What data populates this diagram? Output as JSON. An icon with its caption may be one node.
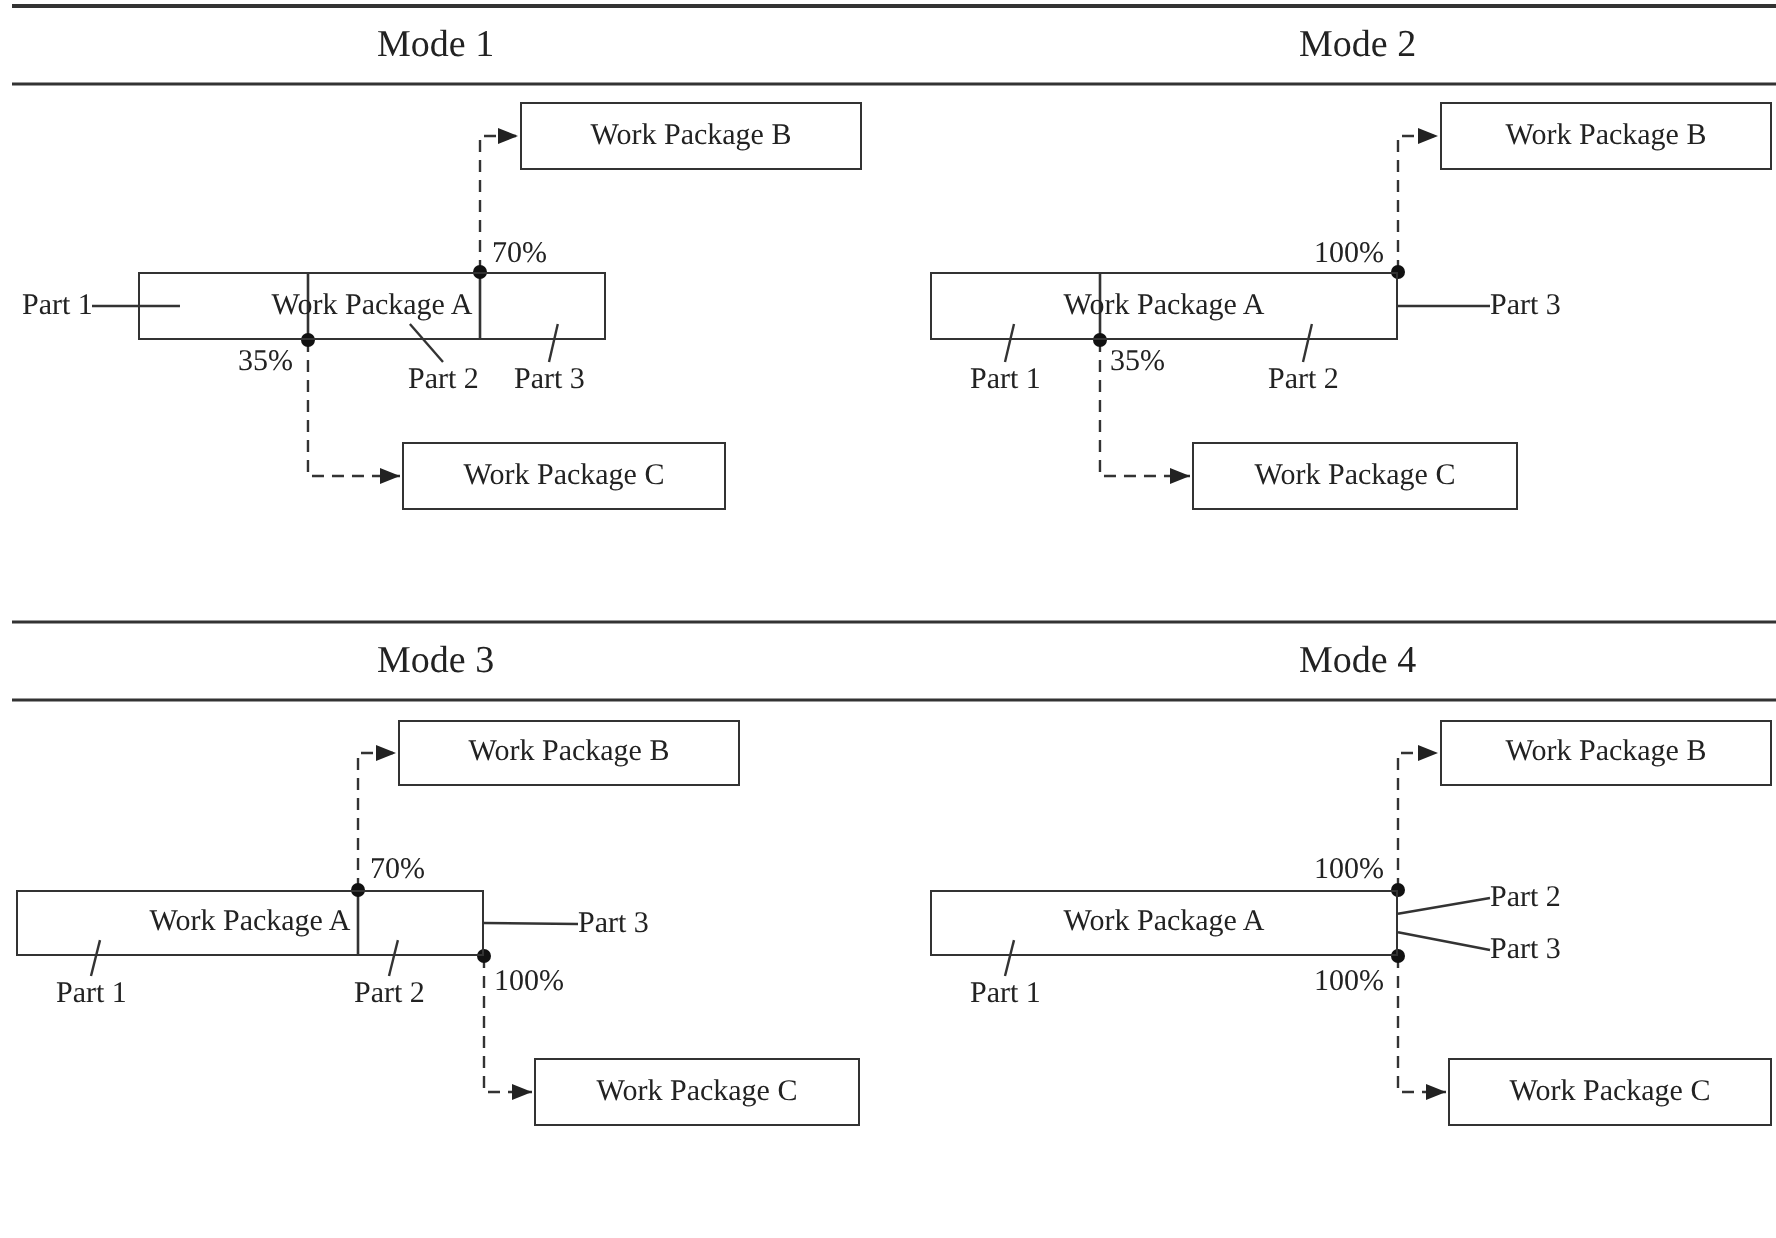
{
  "diagram": {
    "nodes": [
      {
        "text": [
          "Work Package B"
        ]
      },
      {
        "text": [
          "Work Package A"
        ]
      },
      {
        "text": [
          "Part 1"
        ]
      },
      {
        "text": [
          "Part 2"
        ]
      },
      {
        "text": [
          "Part 3"
        ]
      },
      {
        "text": [
          "Work Package C"
        ]
      },
      {
        "text": [
          "Work Package B"
        ]
      },
      {
        "text": [
          "Work Package A"
        ]
      },
      {
        "text": [
          "Part 1"
        ]
      },
      {
        "text": [
          "Part 2"
        ]
      },
      {
        "text": [
          "Part 3"
        ]
      },
      {
        "text": [
          "Work Package C"
        ]
      },
      {
        "text": [
          "Work Package B"
        ]
      },
      {
        "text": [
          "Work Package A"
        ]
      },
      {
        "text": [
          "Part 1"
        ]
      },
      {
        "text": [
          "Part 2"
        ]
      },
      {
        "text": [
          "Part 3"
        ]
      },
      {
        "text": [
          "Work Package C"
        ]
      },
      {
        "text": [
          "Work Package B"
        ]
      },
      {
        "text": [
          "Work Package A"
        ]
      },
      {
        "text": [
          "Part 1"
        ]
      },
      {
        "text": [
          "Part 2"
        ]
      },
      {
        "text": [
          "Part 3"
        ]
      },
      {
        "text": [
          "Work Package C"
        ]
      }
    ],
    "edges": [
      {
        "from": 1,
        "to": 0,
        "arrow": "to",
        "style": "dashed"
      },
      {
        "from": 1,
        "to": 5,
        "arrow": "to",
        "style": "dashed"
      },
      {
        "from": 2,
        "to": 1,
        "arrow": "none"
      },
      {
        "from": 3,
        "to": 1,
        "arrow": "none"
      },
      {
        "from": 4,
        "to": 1,
        "arrow": "none"
      },
      {
        "from": 7,
        "to": 6,
        "arrow": "to",
        "style": "dashed"
      },
      {
        "from": 7,
        "to": 11,
        "arrow": "to",
        "style": "dashed"
      },
      {
        "from": 8,
        "to": 7,
        "arrow": "none"
      },
      {
        "from": 9,
        "to": 7,
        "arrow": "none"
      },
      {
        "from": 10,
        "to": 7,
        "arrow": "none"
      },
      {
        "from": 13,
        "to": 12,
        "arrow": "to",
        "style": "dashed"
      },
      {
        "from": 13,
        "to": 17,
        "arrow": "to",
        "style": "dashed"
      },
      {
        "from": 14,
        "to": 13,
        "arrow": "none"
      },
      {
        "from": 15,
        "to": 13,
        "arrow": "none"
      },
      {
        "from": 16,
        "to": 13,
        "arrow": "none"
      },
      {
        "from": 19,
        "to": 18,
        "arrow": "to",
        "style": "dashed"
      },
      {
        "from": 19,
        "to": 23,
        "arrow": "to",
        "style": "dashed"
      },
      {
        "from": 20,
        "to": 19,
        "arrow": "none"
      },
      {
        "from": 21,
        "to": 19,
        "arrow": "none"
      },
      {
        "from": 22,
        "to": 19,
        "arrow": "none"
      }
    ],
    "labels": [
      "Mode 1",
      "70%",
      "35%",
      "Mode 2",
      "100%",
      "35%",
      "Mode 3",
      "70%",
      "100%",
      "Mode 4",
      "100%",
      "100%"
    ]
  }
}
